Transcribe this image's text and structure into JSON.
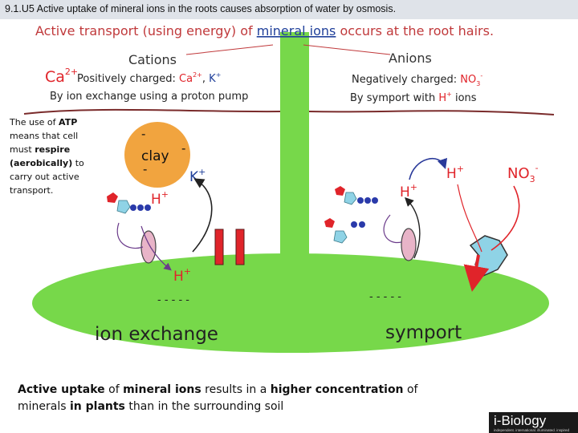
{
  "header": {
    "title": "9.1.U5 Active uptake of mineral ions in the roots causes absorption of water by osmosis."
  },
  "diagram": {
    "heading_part1": "Active transport (using energy) of ",
    "heading_link": "mineral ions",
    "heading_part2": " occurs at the root hairs.",
    "cations": {
      "title": "Cations",
      "ca_symbol": "Ca",
      "ca_charge": "2+",
      "charge_label": "Positively charged: ",
      "ca_ion": "Ca",
      "ca_ion_charge": "2+",
      "separator": ", ",
      "k_ion": "K",
      "k_ion_charge": "+",
      "method": "By ion exchange using a proton pump"
    },
    "anions": {
      "title": "Anions",
      "charge_label": "Negatively charged: ",
      "no3_ion": "NO",
      "no3_sub": "3",
      "no3_charge": "-",
      "method_part1": "By symport with ",
      "h_ion": "H",
      "h_charge": "+",
      "method_part2": " ions"
    },
    "clay": {
      "label": "clay",
      "charge": "-"
    },
    "k_label": {
      "symbol": "K",
      "charge": "+"
    },
    "h_label": {
      "symbol": "H",
      "charge": "+"
    },
    "no3_label": {
      "symbol": "NO",
      "sub": "3",
      "charge": "-"
    },
    "membrane_charges": {
      "left": "- - -  - -",
      "right": "- - -  - -"
    },
    "ion_exchange_label": "ion exchange",
    "symport_label": "symport"
  },
  "notes": {
    "atp_note": {
      "p1": "The use of ",
      "b1": "ATP",
      "p2": " means that cell must ",
      "b2": "respire (aerobically)",
      "p3": " to carry out active transport."
    },
    "bottom_note": {
      "b1": "Active uptake",
      "p1": " of ",
      "b2": "mineral ions",
      "p2": " results in a ",
      "b3": "higher concentration",
      "p3": " of minerals ",
      "b4": "in plants",
      "p4": " than in the surrounding soil"
    }
  },
  "logo": {
    "name": "i-Biology",
    "tagline": "independent. international. illuminated. inspired"
  },
  "colors": {
    "green": "#77d84a",
    "heading_red": "#c0393b",
    "ion_red": "#e0242a",
    "soil_line": "#7a2b2b",
    "arrow_blue": "#2a3a9a",
    "pump_pink": "#e8b4c8",
    "receptor": "#8fd3e6"
  }
}
